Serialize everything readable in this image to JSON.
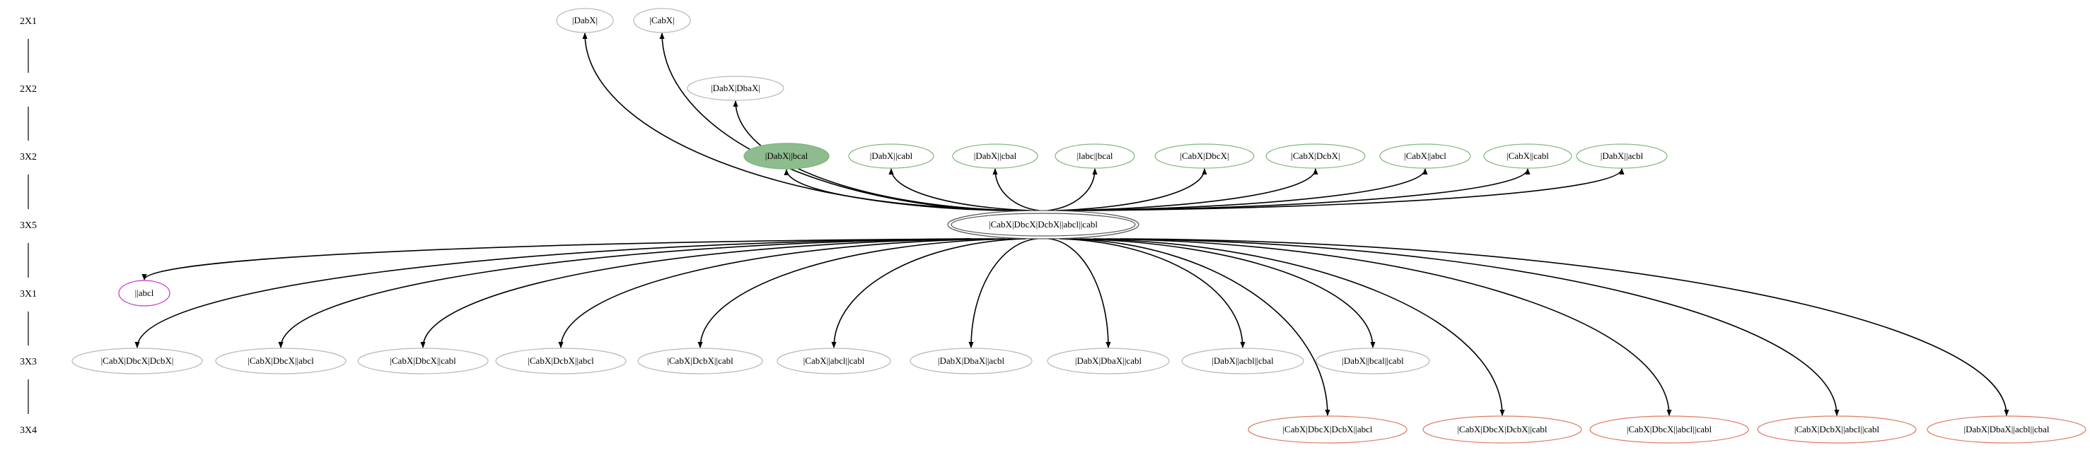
{
  "colors": {
    "edge": "#000000",
    "border_gray": "#b8b8b8",
    "border_green": "#7fb87f",
    "border_dark": "#555555",
    "border_magenta": "#cc33cc",
    "border_orange": "#e07a5f",
    "fill_green": "#8fbc8f",
    "fill_none": "#ffffff"
  },
  "rows": [
    {
      "id": "r1",
      "label": "2X1"
    },
    {
      "id": "r2",
      "label": "2X2"
    },
    {
      "id": "r3",
      "label": "3X2"
    },
    {
      "id": "r4",
      "label": "3X5"
    },
    {
      "id": "r5",
      "label": "3X1"
    },
    {
      "id": "r6",
      "label": "3X3"
    },
    {
      "id": "r7",
      "label": "3X4"
    }
  ],
  "nodes": [
    {
      "id": "n1",
      "label": "|DabX|",
      "row": 0,
      "border": "border_gray"
    },
    {
      "id": "n2",
      "label": "|CabX|",
      "row": 0,
      "border": "border_gray"
    },
    {
      "id": "n3",
      "label": "|DabX|DbaX|",
      "row": 1,
      "border": "border_gray"
    },
    {
      "id": "n4",
      "label": "|DabX||bcal",
      "row": 2,
      "border": "border_green",
      "fill": "fill_green"
    },
    {
      "id": "n5",
      "label": "|DabX||cabl",
      "row": 2,
      "border": "border_green"
    },
    {
      "id": "n6",
      "label": "|DabX||cbal",
      "row": 2,
      "border": "border_green"
    },
    {
      "id": "n7",
      "label": "|labc||bcal",
      "row": 2,
      "border": "border_green"
    },
    {
      "id": "n8",
      "label": "|CabX|DbcX|",
      "row": 2,
      "border": "border_green"
    },
    {
      "id": "n9",
      "label": "|CabX|DcbX|",
      "row": 2,
      "border": "border_green"
    },
    {
      "id": "n10",
      "label": "|CabX||abcl",
      "row": 2,
      "border": "border_green"
    },
    {
      "id": "n11",
      "label": "|CabX||cabl",
      "row": 2,
      "border": "border_green"
    },
    {
      "id": "n12",
      "label": "|DabX||acbl",
      "row": 2,
      "border": "border_green"
    },
    {
      "id": "n13",
      "label": "|CabX|DbcX|DcbX||abcl||cabl",
      "row": 3,
      "border": "border_dark",
      "double": true
    },
    {
      "id": "n14",
      "label": "||abcl",
      "row": 4,
      "border": "border_magenta"
    },
    {
      "id": "n15",
      "label": "|CabX|DbcX|DcbX|",
      "row": 5,
      "border": "border_gray"
    },
    {
      "id": "n16",
      "label": "|CabX|DbcX||abcl",
      "row": 5,
      "border": "border_gray"
    },
    {
      "id": "n17",
      "label": "|CabX|DbcX||cabl",
      "row": 5,
      "border": "border_gray"
    },
    {
      "id": "n18",
      "label": "|CabX|DcbX||abcl",
      "row": 5,
      "border": "border_gray"
    },
    {
      "id": "n19",
      "label": "|CabX|DcbX||cabl",
      "row": 5,
      "border": "border_gray"
    },
    {
      "id": "n20",
      "label": "|CabX||abcl||cabl",
      "row": 5,
      "border": "border_gray"
    },
    {
      "id": "n21",
      "label": "|DabX|DbaX||acbl",
      "row": 5,
      "border": "border_gray"
    },
    {
      "id": "n22",
      "label": "|DabX|DbaX||cabl",
      "row": 5,
      "border": "border_gray"
    },
    {
      "id": "n23",
      "label": "|DabX||acbl||cbal",
      "row": 5,
      "border": "border_gray"
    },
    {
      "id": "n24",
      "label": "|DabX||bcal||cabl",
      "row": 5,
      "border": "border_gray"
    },
    {
      "id": "n25",
      "label": "|CabX|DbcX|DcbX||abcl",
      "row": 6,
      "border": "border_orange"
    },
    {
      "id": "n26",
      "label": "|CabX|DbcX|DcbX||cabl",
      "row": 6,
      "border": "border_orange"
    },
    {
      "id": "n27",
      "label": "|CabX|DbcX||abcl||cabl",
      "row": 6,
      "border": "border_orange"
    },
    {
      "id": "n28",
      "label": "|CabX|DcbX||abcl||cabl",
      "row": 6,
      "border": "border_orange"
    },
    {
      "id": "n29",
      "label": "|DabX|DbaX||acbl||cbal",
      "row": 6,
      "border": "border_orange"
    }
  ],
  "edges": [
    {
      "from": "n13",
      "to": "n1"
    },
    {
      "from": "n13",
      "to": "n2"
    },
    {
      "from": "n13",
      "to": "n3"
    },
    {
      "from": "n13",
      "to": "n4"
    },
    {
      "from": "n13",
      "to": "n5"
    },
    {
      "from": "n13",
      "to": "n6"
    },
    {
      "from": "n13",
      "to": "n7"
    },
    {
      "from": "n13",
      "to": "n8"
    },
    {
      "from": "n13",
      "to": "n9"
    },
    {
      "from": "n13",
      "to": "n10"
    },
    {
      "from": "n13",
      "to": "n11"
    },
    {
      "from": "n13",
      "to": "n12"
    },
    {
      "from": "n13",
      "to": "n14"
    },
    {
      "from": "n13",
      "to": "n15"
    },
    {
      "from": "n13",
      "to": "n16"
    },
    {
      "from": "n13",
      "to": "n17"
    },
    {
      "from": "n13",
      "to": "n18"
    },
    {
      "from": "n13",
      "to": "n19"
    },
    {
      "from": "n13",
      "to": "n20"
    },
    {
      "from": "n13",
      "to": "n21"
    },
    {
      "from": "n13",
      "to": "n22"
    },
    {
      "from": "n13",
      "to": "n23"
    },
    {
      "from": "n13",
      "to": "n24"
    },
    {
      "from": "n13",
      "to": "n25"
    },
    {
      "from": "n13",
      "to": "n26"
    },
    {
      "from": "n13",
      "to": "n27"
    },
    {
      "from": "n13",
      "to": "n28"
    },
    {
      "from": "n13",
      "to": "n29"
    }
  ]
}
